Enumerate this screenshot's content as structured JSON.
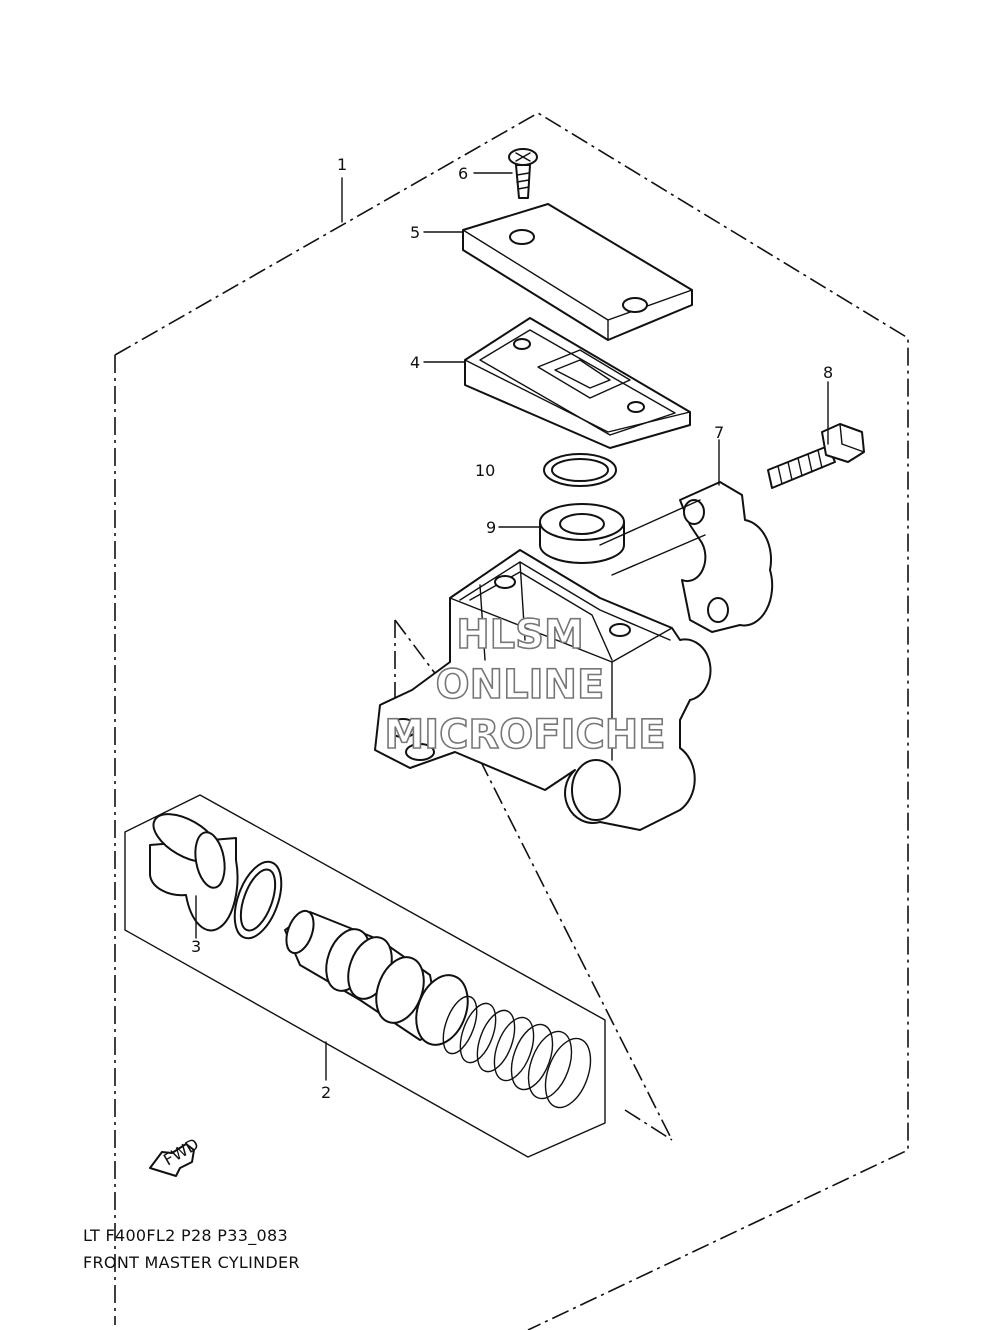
{
  "callouts": [
    {
      "id": "1",
      "label": "1"
    },
    {
      "id": "2",
      "label": "2"
    },
    {
      "id": "3",
      "label": "3"
    },
    {
      "id": "4",
      "label": "4"
    },
    {
      "id": "5",
      "label": "5"
    },
    {
      "id": "6",
      "label": "6"
    },
    {
      "id": "7",
      "label": "7"
    },
    {
      "id": "8",
      "label": "8"
    },
    {
      "id": "9",
      "label": "9"
    },
    {
      "id": "10",
      "label": "10"
    }
  ],
  "watermark": {
    "line1": "HLSM",
    "line2": "ONLINE",
    "line3": "MICROFICHE",
    "color": "#777777"
  },
  "fwd_arrow": {
    "label": "FWD"
  },
  "caption": {
    "code": "LT F400FL2 P28 P33_083",
    "title": "FRONT MASTER CYLINDER"
  }
}
